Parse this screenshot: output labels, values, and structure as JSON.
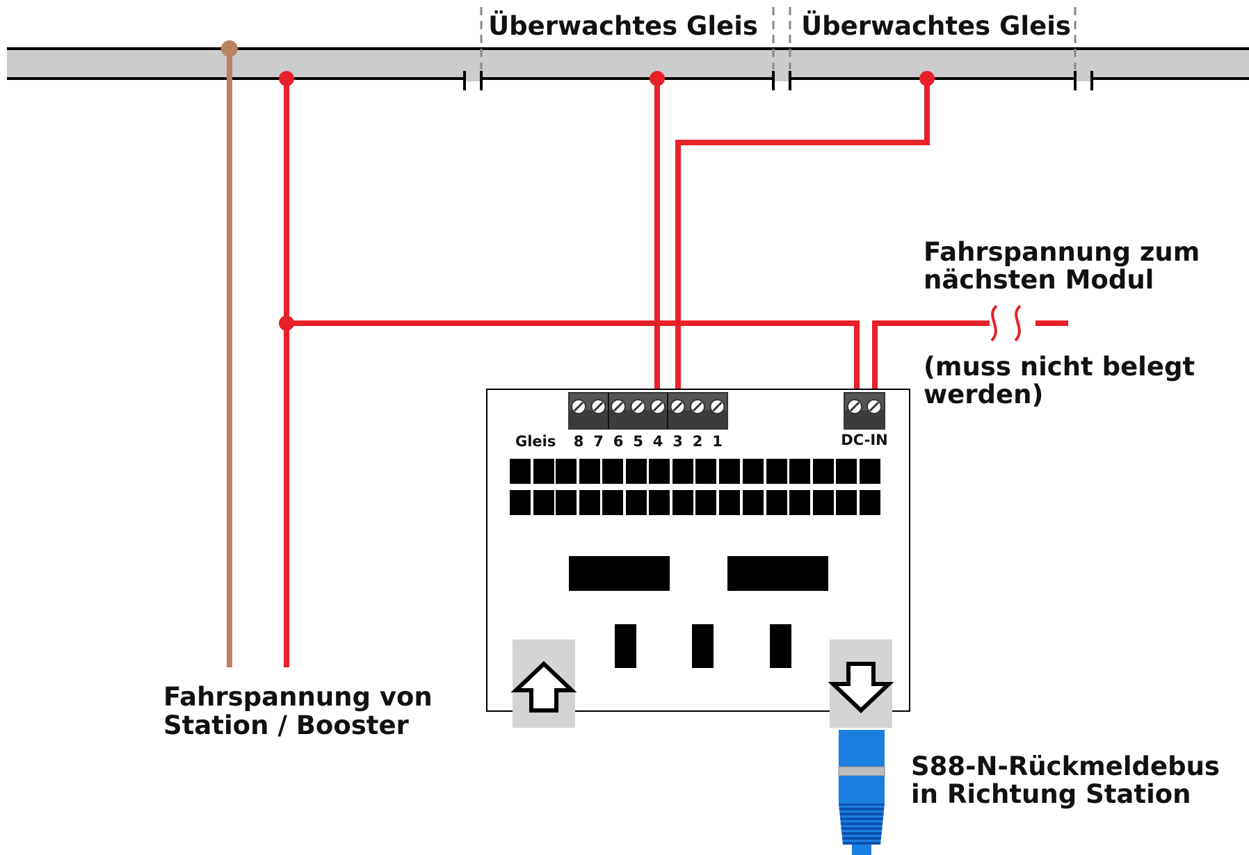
{
  "track": {
    "section_1_label": "Überwachtes Gleis",
    "section_2_label": "Überwachtes Gleis"
  },
  "labels": {
    "supply_line1": "Fahrspannung von",
    "supply_line2": "Station / Booster",
    "next_line1": "Fahrspannung zum",
    "next_line2": "nächsten Modul",
    "optional_line1": "(muss nicht belegt",
    "optional_line2": "werden)",
    "bus_line1": "S88-N-Rückmeldebus",
    "bus_line2": "in Richtung Station"
  },
  "module": {
    "gleis_label": "Gleis",
    "terminal_numbers": [
      "8",
      "7",
      "6",
      "5",
      "4",
      "3",
      "2",
      "1"
    ],
    "dc_in_label": "DC-IN"
  },
  "icons": {
    "left_port": "up-arrow-icon",
    "right_port": "down-arrow-icon",
    "cable": "rj45-cable-icon"
  },
  "colors": {
    "wire_red": "#e8202a",
    "wire_brown": "#b98260",
    "rail_gray": "#cccccc",
    "cable_blue": "#1a7fe0"
  }
}
